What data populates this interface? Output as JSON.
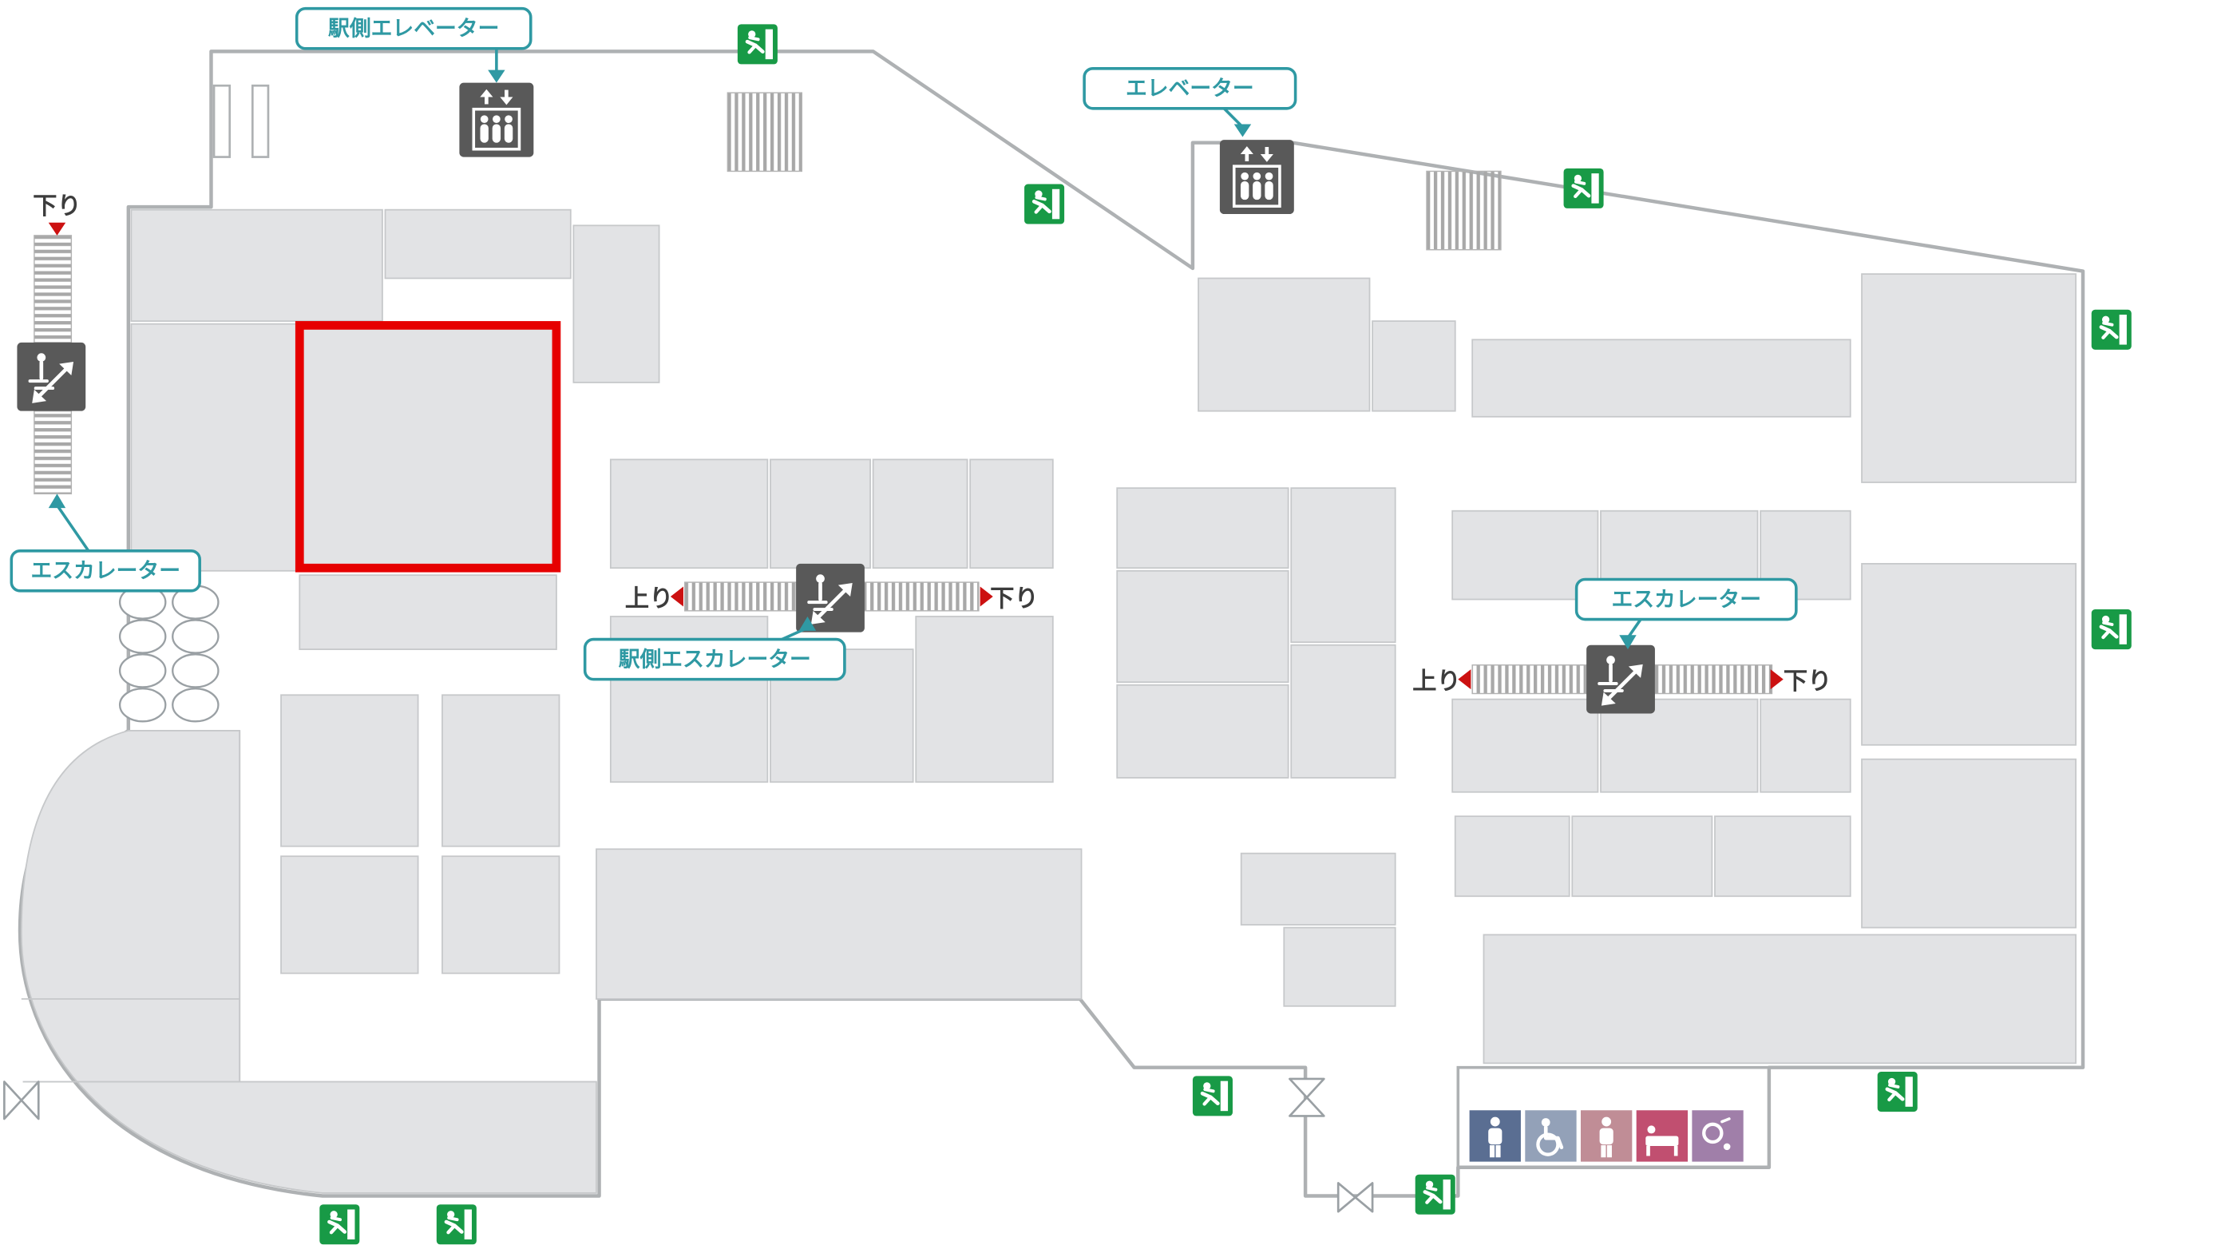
{
  "floor_map": {
    "callouts": {
      "station_elevator": "駅側エレベーター",
      "elevator": "エレベーター",
      "escalator": "エスカレーター",
      "station_escalator": "駅側エスカレーター"
    },
    "directions": {
      "up": "上り",
      "down": "下り"
    },
    "icons": {
      "exit": "emergency-exit-icon",
      "elevator": "elevator-icon",
      "escalator": "escalator-icon",
      "restrooms": [
        "mens-toilet-icon",
        "accessible-toilet-icon",
        "womens-toilet-icon",
        "baby-room-icon",
        "powder-room-icon"
      ]
    },
    "colors": {
      "highlight_red": "#e60000",
      "exit_green": "#189a46",
      "callout_teal": "#2f99a3",
      "facility_gray": "#595959",
      "room_fill": "#e2e3e5",
      "wall_gray": "#aeb1b3",
      "restroom_palette": [
        "#5a6e92",
        "#93a1b8",
        "#c08d96",
        "#c14f70",
        "#a07fa9"
      ]
    }
  }
}
